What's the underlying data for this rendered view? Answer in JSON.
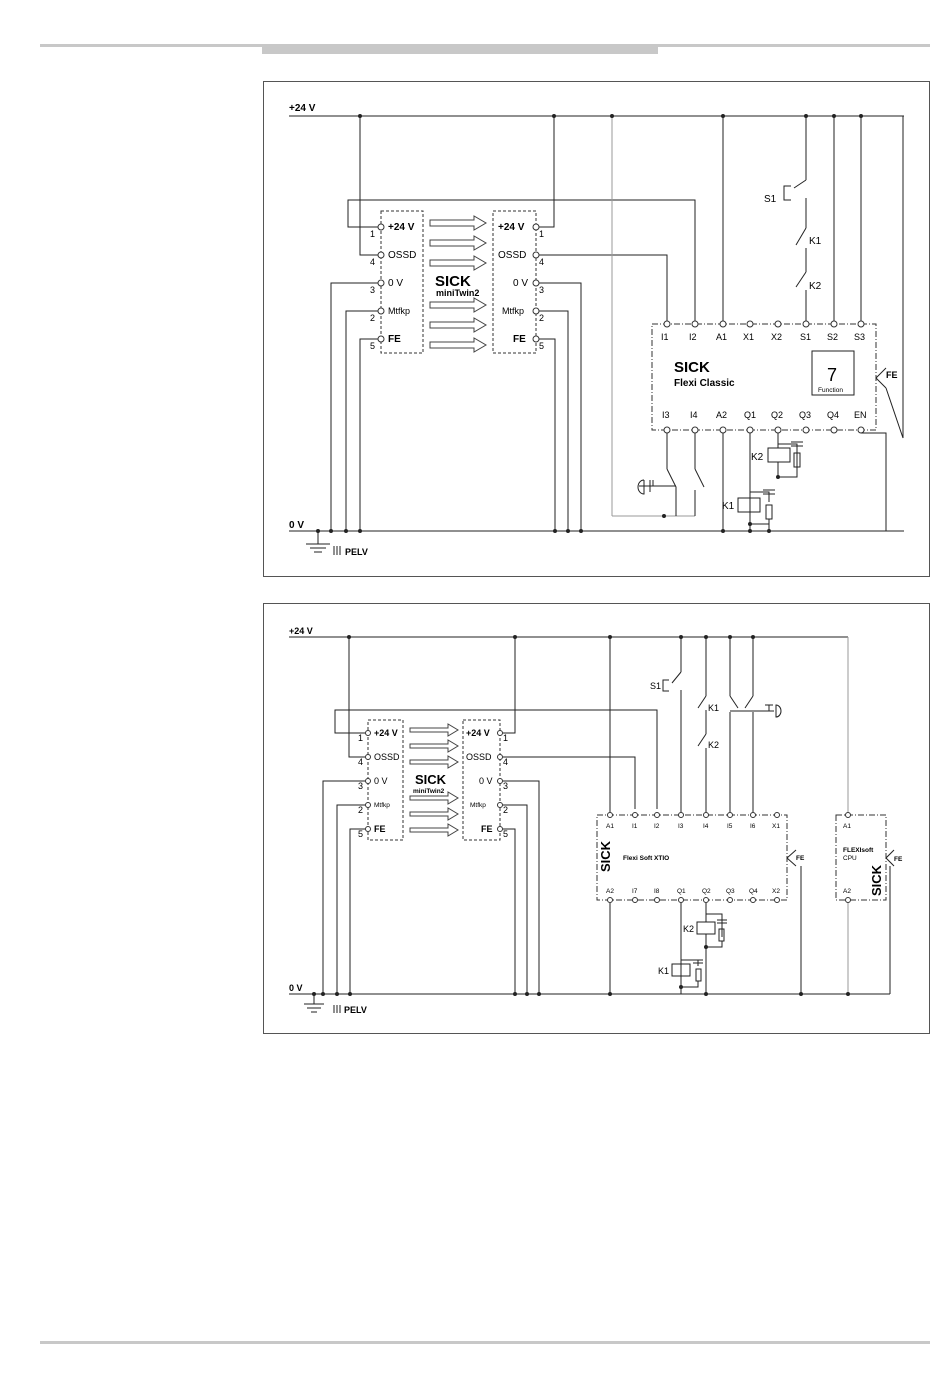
{
  "d1": {
    "rails": {
      "top": "+24 V",
      "bottom": "0 V",
      "pelv": "PELV"
    },
    "light_curtain": {
      "brand": "SICK",
      "model": "miniTwin2"
    },
    "emitter": {
      "pins": [
        "+24 V",
        "OSSD",
        "0 V",
        "Mtfkp",
        "FE"
      ],
      "nums": [
        "1",
        "4",
        "3",
        "2",
        "5"
      ]
    },
    "receiver": {
      "pins": [
        "+24 V",
        "OSSD",
        "0 V",
        "Mtfkp",
        "FE"
      ],
      "nums": [
        "1",
        "4",
        "3",
        "2",
        "5"
      ]
    },
    "controller": {
      "brand": "SICK",
      "name": "Flexi Classic",
      "top_terms": [
        "I1",
        "I2",
        "A1",
        "X1",
        "X2",
        "S1",
        "S2",
        "S3"
      ],
      "bottom_terms": [
        "I3",
        "I4",
        "A2",
        "Q1",
        "Q2",
        "Q3",
        "Q4",
        "EN"
      ],
      "function_num": "7",
      "function_label": "Function",
      "fe": "FE"
    },
    "components": {
      "s1": "S1",
      "k1": "K1",
      "k2": "K2"
    }
  },
  "d2": {
    "rails": {
      "top": "+24 V",
      "bottom": "0 V",
      "pelv": "PELV"
    },
    "light_curtain": {
      "brand": "SICK",
      "model": "miniTwin2"
    },
    "emitter": {
      "pins": [
        "+24 V",
        "OSSD",
        "0 V",
        "Mtfkp",
        "FE"
      ],
      "nums": [
        "1",
        "4",
        "3",
        "2",
        "5"
      ]
    },
    "receiver": {
      "pins": [
        "+24 V",
        "OSSD",
        "0 V",
        "Mtfkp",
        "FE"
      ],
      "nums": [
        "1",
        "4",
        "3",
        "2",
        "5"
      ]
    },
    "xtio": {
      "brand": "SICK",
      "name": "Flexi Soft XTIO",
      "top_terms": [
        "A1",
        "I1",
        "I2",
        "I3",
        "I4",
        "I5",
        "I6",
        "X1"
      ],
      "bottom_terms": [
        "A2",
        "I7",
        "I8",
        "Q1",
        "Q2",
        "Q3",
        "Q4",
        "X2"
      ],
      "fe": "FE"
    },
    "cpu": {
      "brand": "SICK",
      "name1": "FLEXIsoft",
      "name2": "CPU",
      "top_term": "A1",
      "bottom_term": "A2",
      "fe": "FE"
    },
    "components": {
      "s1": "S1",
      "k1": "K1",
      "k2": "K2"
    }
  }
}
